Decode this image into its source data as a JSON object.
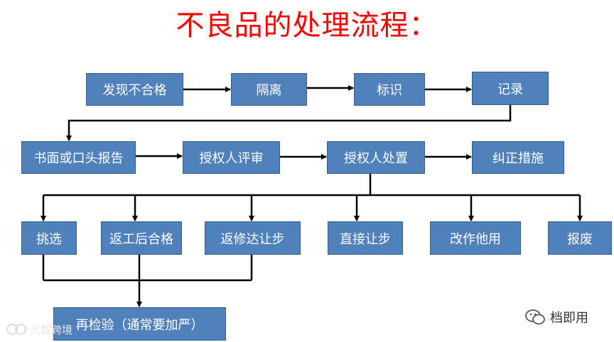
{
  "title": "不良品的处理流程：",
  "nodes": {
    "find": "发现不合格",
    "isolate": "隔离",
    "identify": "标识",
    "record": "记录",
    "report": "书面或口头报告",
    "review": "授权人评审",
    "dispose": "授权人处置",
    "correct": "纠正措施",
    "pick": "挑选",
    "rework": "返工后合格",
    "repair": "返修达让步",
    "concession": "直接让步",
    "other_use": "改作他用",
    "scrap": "报废",
    "reinspect": "再检验（通常要加严）"
  },
  "watermarks": {
    "left": "大数跨境",
    "right": "档即用"
  },
  "colors": {
    "title": "#ff0000",
    "box_fill": "#4f81bd",
    "box_border": "#385d8a",
    "line": "#000000"
  }
}
